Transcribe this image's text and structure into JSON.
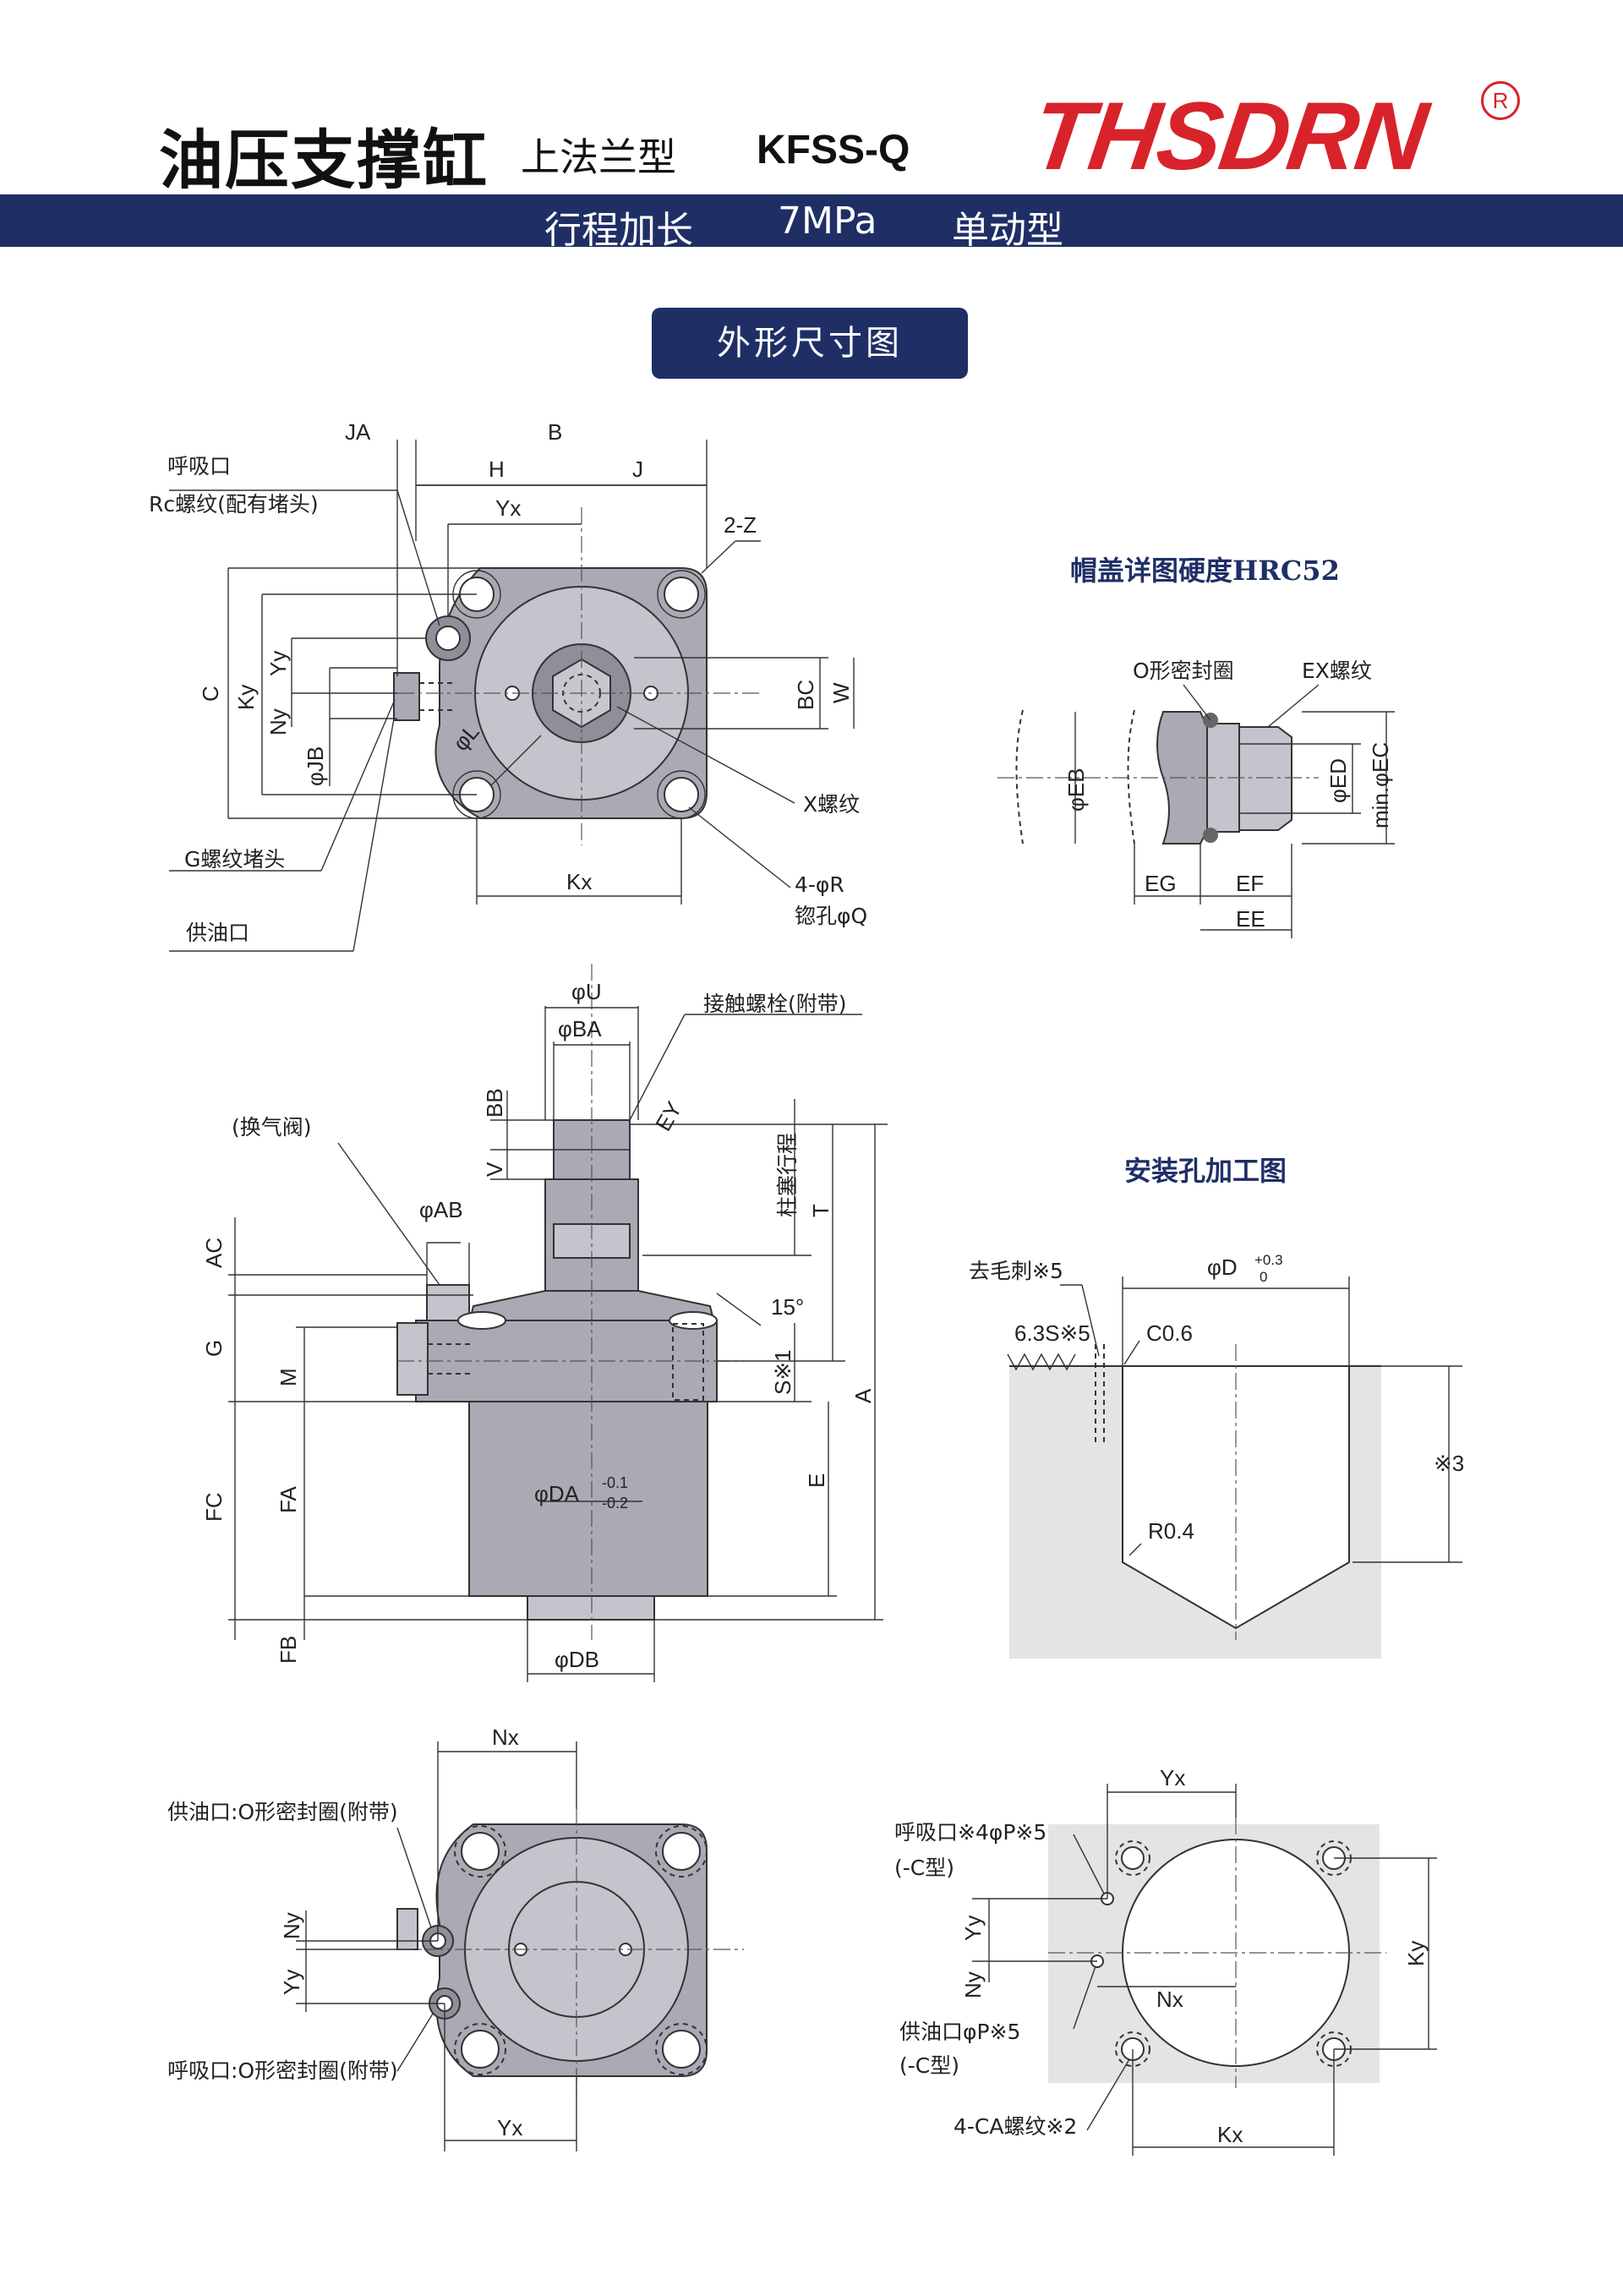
{
  "header": {
    "title": "油压支撑缸",
    "subtitle": "上法兰型",
    "model": "KFSS-Q",
    "brand": "THSDRN",
    "brand_mark": "R",
    "banner_stroke": "行程加长",
    "banner_pressure": "7MPa",
    "banner_action": "单动型",
    "section_pill": "外形尺寸图"
  },
  "colors": {
    "banner": "#1f2f66",
    "brand": "#d8232a",
    "body": "#a9aab3",
    "machining_bg": "#e4e4e6"
  },
  "top_view": {
    "breather": "呼吸口",
    "rc_thread": "Rc螺纹(配有堵头)",
    "g_plug": "G螺纹堵头",
    "supply": "供油口",
    "x_thread": "X螺纹",
    "mount_hole": "4-φR",
    "counterbore": "锪孔φQ",
    "dims": {
      "JA": "JA",
      "B": "B",
      "H": "H",
      "J": "J",
      "Yx": "Yx",
      "Z": "2-Z",
      "C": "C",
      "Ky": "Ky",
      "Yy": "Yy",
      "Ny": "Ny",
      "JB": "φJB",
      "L": "φL",
      "BC": "BC",
      "W": "W",
      "Kx": "Kx"
    }
  },
  "cap_detail": {
    "title": "帽盖详图硬度HRC52",
    "oring": "O形密封圈",
    "ex_thread": "EX螺纹",
    "dims": {
      "EB": "φEB",
      "ED": "φED",
      "EC": "min.φEC",
      "EG": "EG",
      "EF": "EF",
      "EE": "EE"
    }
  },
  "side_view": {
    "bolt": "接触螺栓(附带)",
    "vent": "(换气阀)",
    "stroke": "柱塞行程",
    "angle": "15°",
    "dims": {
      "U": "φU",
      "BA": "φBA",
      "BB": "BB",
      "EY": "EY",
      "V": "V",
      "AB": "φAB",
      "AC": "AC",
      "T": "T",
      "G": "G",
      "M": "M",
      "S": "S※1",
      "A": "A",
      "E": "E",
      "FC": "FC",
      "FA": "FA",
      "DA": "φDA",
      "DA_tol_upper": "-0.1",
      "DA_tol_lower": "-0.2",
      "FB": "FB",
      "DB": "φDB"
    }
  },
  "machining": {
    "title": "安装孔加工图",
    "deburr": "去毛刺※5",
    "roughness": "6.3S※5",
    "chamfer": "C0.6",
    "radius": "R0.4",
    "depth": "※3",
    "bore": "φD",
    "bore_tol_upper": "+0.3",
    "bore_tol_lower": "0"
  },
  "bottom_view": {
    "supply_oring": "供油口:O形密封圈(附带)",
    "breather_oring": "呼吸口:O形密封圈(附带)",
    "dims": {
      "Nx": "Nx",
      "Ny": "Ny",
      "Yy": "Yy",
      "Yx": "Yx"
    }
  },
  "mount_layout": {
    "breather_port": "呼吸口※4φP※5",
    "breather_type": "(-C型)",
    "supply_port": "供油口φP※5",
    "supply_type": "(-C型)",
    "ca_thread": "4-CA螺纹※2",
    "dims": {
      "Yx": "Yx",
      "Yy": "Yy",
      "Ny": "Ny",
      "Nx": "Nx",
      "Ky": "Ky",
      "Kx": "Kx"
    }
  }
}
